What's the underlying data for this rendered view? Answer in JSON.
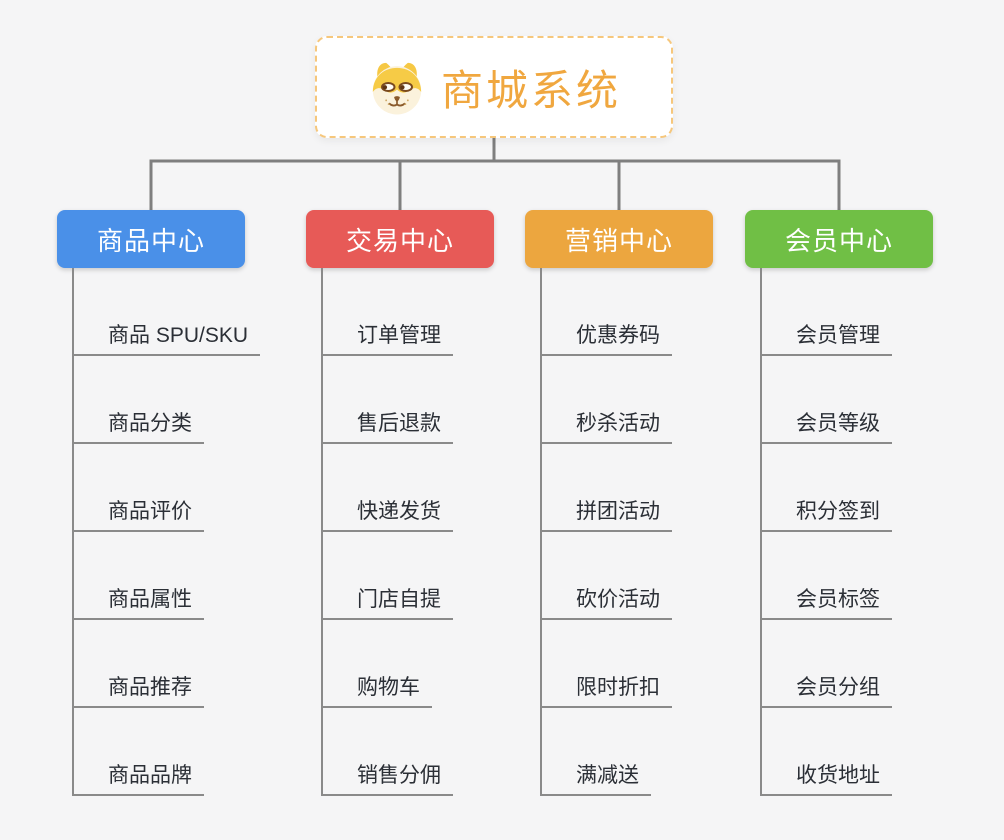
{
  "root": {
    "title": "商城系统",
    "icon": "doge-face",
    "accent_color": "#F0A73F",
    "border_color": "#F6C77C"
  },
  "branches": [
    {
      "label": "商品中心",
      "color": "#4A90E8",
      "children": [
        "商品 SPU/SKU",
        "商品分类",
        "商品评价",
        "商品属性",
        "商品推荐",
        "商品品牌"
      ]
    },
    {
      "label": "交易中心",
      "color": "#E75A57",
      "children": [
        "订单管理",
        "售后退款",
        "快递发货",
        "门店自提",
        "购物车",
        "销售分佣"
      ]
    },
    {
      "label": "营销中心",
      "color": "#ECA63F",
      "children": [
        "优惠券码",
        "秒杀活动",
        "拼团活动",
        "砍价活动",
        "限时折扣",
        "满减送"
      ]
    },
    {
      "label": "会员中心",
      "color": "#70BF45",
      "children": [
        "会员管理",
        "会员等级",
        "积分签到",
        "会员标签",
        "会员分组",
        "收货地址"
      ]
    }
  ],
  "colors": {
    "background": "#F5F5F6",
    "connector_line": "#7F7F7F",
    "leaf_underline": "#8A8A8A",
    "leaf_text": "#2B2F36",
    "branch_text": "#FFFFFF"
  }
}
